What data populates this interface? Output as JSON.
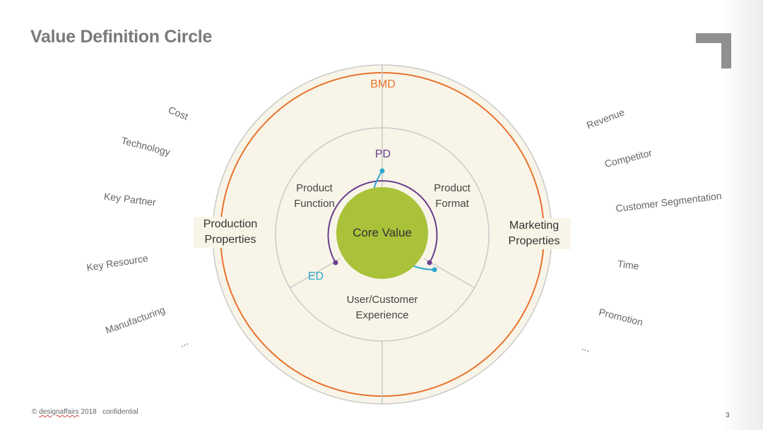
{
  "slide": {
    "title": "Value Definition Circle",
    "page_number": "3",
    "footer": {
      "copyright": "©",
      "brand": "designaffairs",
      "year": "2018",
      "confidential": "confidential"
    }
  },
  "diagram": {
    "outer_ring_label": "BMD",
    "middle_ring_label": "PD",
    "arc_label": "ED",
    "center": "Core Value",
    "segments": {
      "product_function": [
        "Product",
        "Function"
      ],
      "product_format": [
        "Product",
        "Format"
      ],
      "user_experience": [
        "User/Customer",
        "Experience"
      ]
    },
    "production_properties": [
      "Production",
      "Properties"
    ],
    "marketing_properties": [
      "Marketing",
      "Properties"
    ]
  },
  "left_items": [
    "Cost",
    "Technology",
    "Key Partner",
    "Key Resource",
    "Manufacturing",
    "..."
  ],
  "right_items": [
    "Revenue",
    "Competitor",
    "Customer Segmentation",
    "Time",
    "Promotion",
    "..."
  ],
  "colors": {
    "orange": "#e8732e",
    "purple": "#6a3d8e",
    "blue": "#2aa7cc",
    "core_green": "#a9c23a",
    "ring_fill": "#f8f5e8",
    "line": "#c9c9c9"
  }
}
